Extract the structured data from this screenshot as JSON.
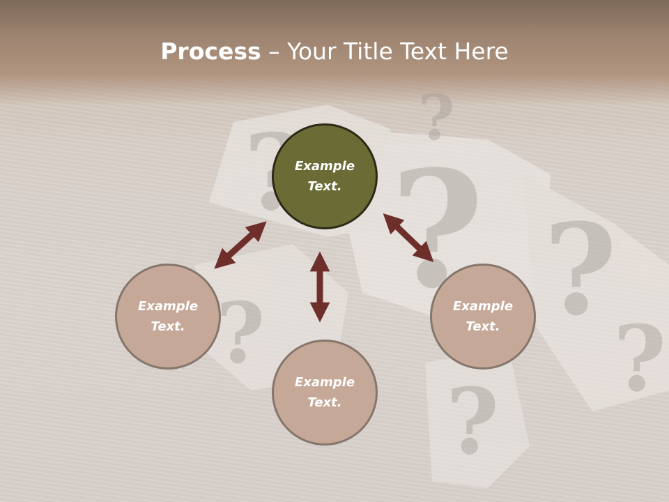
{
  "title": {
    "bold": "Process",
    "rest": " – Your Title Text Here"
  },
  "nodes": [
    {
      "label_line1": "Example",
      "label_line2": "Text.",
      "fill": "#6b6b36"
    },
    {
      "label_line1": "Example",
      "label_line2": "Text.",
      "fill": "#c5a897"
    },
    {
      "label_line1": "Example",
      "label_line2": "Text.",
      "fill": "#c5a897"
    },
    {
      "label_line1": "Example",
      "label_line2": "Text.",
      "fill": "#c5a897"
    }
  ],
  "colors": {
    "arrow": "#6e2e2a",
    "title_band": "#9d8470",
    "dark_node": "#6b6b36",
    "light_node": "#c5a897"
  }
}
